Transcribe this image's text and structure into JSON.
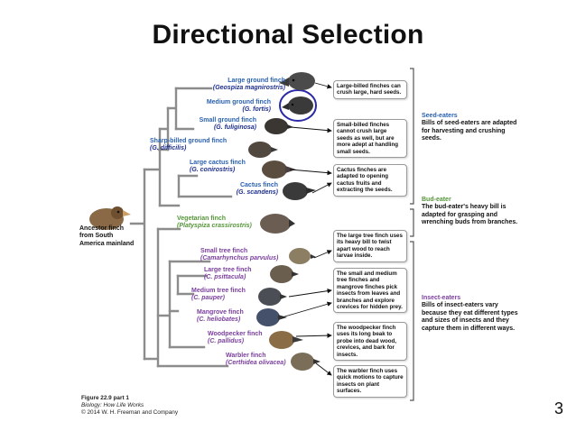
{
  "title": "Directional Selection",
  "slide_number": "3",
  "caption": {
    "figure": "Figure 22.9 part 1",
    "book": "Biology: How Life Works",
    "copyright": "© 2014 W. H. Freeman and Company"
  },
  "ancestor": "Ancestor finch from South America mainland",
  "finches": [
    {
      "name": "Large ground finch",
      "species": "(Geospiza magnirostris)",
      "group": "seed"
    },
    {
      "name": "Medium ground finch",
      "species": "(G. fortis)",
      "group": "seed"
    },
    {
      "name": "Small ground finch",
      "species": "(G. fuliginosa)",
      "group": "seed"
    },
    {
      "name": "Sharp-billed ground finch",
      "species": "(G. difficilis)",
      "group": "seed"
    },
    {
      "name": "Large cactus finch",
      "species": "(G. conirostris)",
      "group": "seed"
    },
    {
      "name": "Cactus finch",
      "species": "(G. scandens)",
      "group": "seed"
    },
    {
      "name": "Vegetarian finch",
      "species": "(Platyspiza crassirostris)",
      "group": "bud"
    },
    {
      "name": "Small tree finch",
      "species": "(Camarhynchus parvulus)",
      "group": "insect"
    },
    {
      "name": "Large tree finch",
      "species": "(C. psittacula)",
      "group": "insect"
    },
    {
      "name": "Medium tree finch",
      "species": "(C. pauper)",
      "group": "insect"
    },
    {
      "name": "Mangrove finch",
      "species": "(C. heliobates)",
      "group": "insect"
    },
    {
      "name": "Woodpecker finch",
      "species": "(C. pallidus)",
      "group": "insect"
    },
    {
      "name": "Warbler finch",
      "species": "(Certhidea olivacea)",
      "group": "insect"
    }
  ],
  "descriptions": [
    "Large-billed finches can crush large, hard seeds.",
    "Small-billed finches cannot crush large seeds as well, but are more adept at handling small seeds.",
    "Cactus finches are adapted to opening cactus fruits and extracting the seeds.",
    "The large tree finch uses its heavy bill to twist apart wood to reach larvae inside.",
    "The small and medium tree finches and mangrove finches pick insects from leaves and branches and explore crevices for hidden prey.",
    "The woodpecker finch uses its long beak to probe into dead wood, crevices, and bark for insects.",
    "The warbler finch uses quick motions to capture insects on plant surfaces."
  ],
  "groups": [
    {
      "heading": "Seed-eaters",
      "body": "Bills of seed-eaters are adapted for harvesting and crushing seeds."
    },
    {
      "heading": "Bud-eater",
      "body": "The bud-eater's heavy bill is adapted for grasping and wrenching buds from branches."
    },
    {
      "heading": "Insect-eaters",
      "body": "Bills of insect-eaters vary because they eat different types and sizes of insects and they capture them in different ways."
    }
  ],
  "colors": {
    "finch_name": "#2a61b0",
    "seed_group": "#2a61b0",
    "bud_group": "#55953a",
    "insect_group": "#7a3f9c",
    "tree_lines": "#8c8c8c",
    "highlight_ring": "#2a2aa8"
  }
}
